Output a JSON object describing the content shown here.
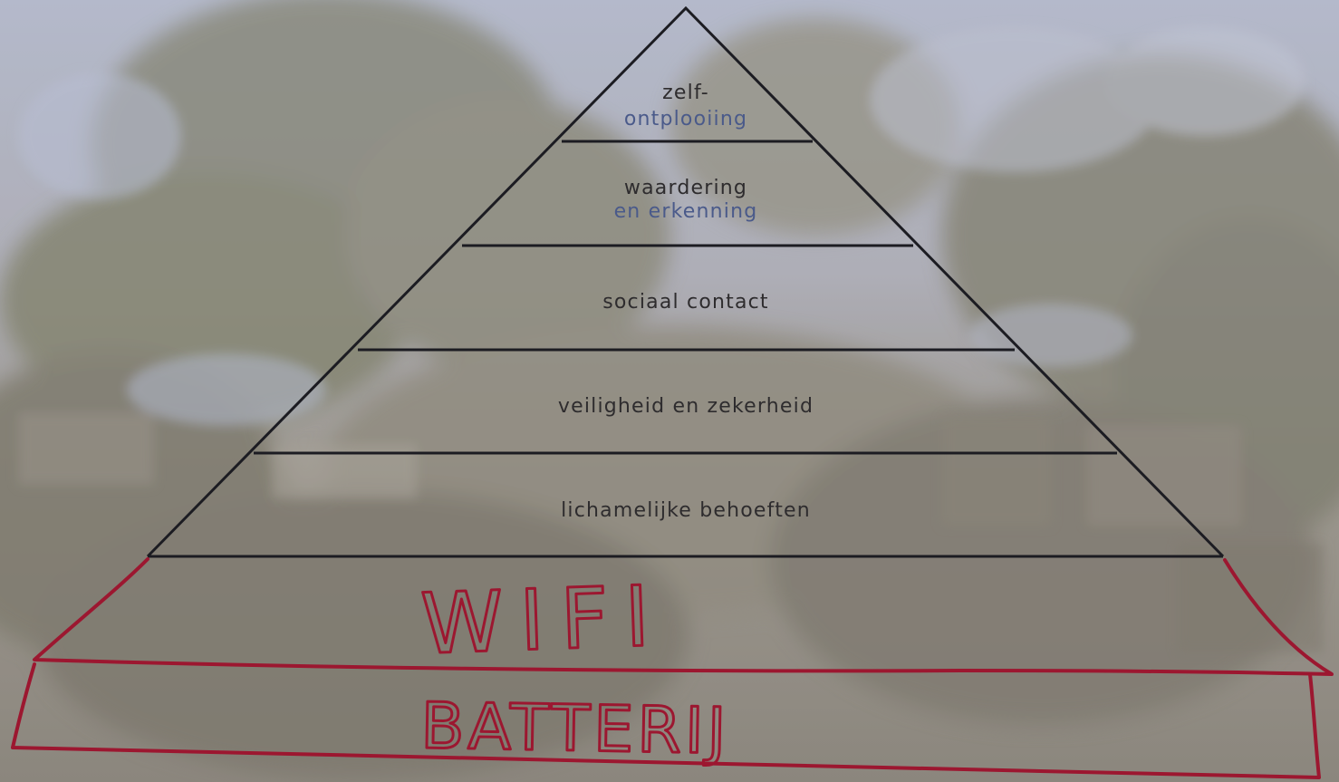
{
  "pyramid": {
    "levels": [
      {
        "lines": [
          "zelf-",
          "ontplooiing"
        ]
      },
      {
        "lines": [
          "waardering",
          "en erkenning"
        ]
      },
      {
        "lines": [
          "sociaal contact"
        ]
      },
      {
        "lines": [
          "veiligheid en zekerheid"
        ]
      },
      {
        "lines": [
          "lichamelijke behoeften"
        ]
      }
    ]
  },
  "additions": {
    "wifi_label": "WIFI",
    "battery_label": "BATTERIJ"
  },
  "colors": {
    "pyramid_lines": "#1c1c22",
    "handwriting": "#9c1730",
    "top_tint": "#a8b0c8",
    "ground_tint": "#6f6a60"
  }
}
